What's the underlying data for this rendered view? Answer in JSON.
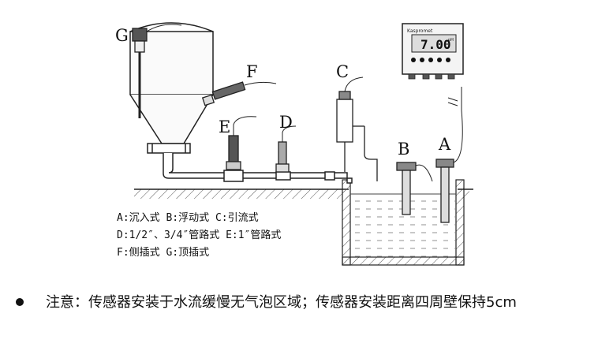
{
  "labels": {
    "A": "A",
    "B": "B",
    "C": "C",
    "D": "D",
    "E": "E",
    "F": "F",
    "G": "G"
  },
  "meter": {
    "brand": "Kaspromet",
    "reading": "7.00",
    "unit": "pH"
  },
  "legend": [
    "A:沉入式   B:浮动式   C:引流式",
    "D:1/2″、3/4″管路式  E:1″管路式",
    "F:侧插式   G:顶插式"
  ],
  "note": "注意：传感器安装于水流缓慢无气泡区域；传感器安装距离四周壁保持5cm"
}
